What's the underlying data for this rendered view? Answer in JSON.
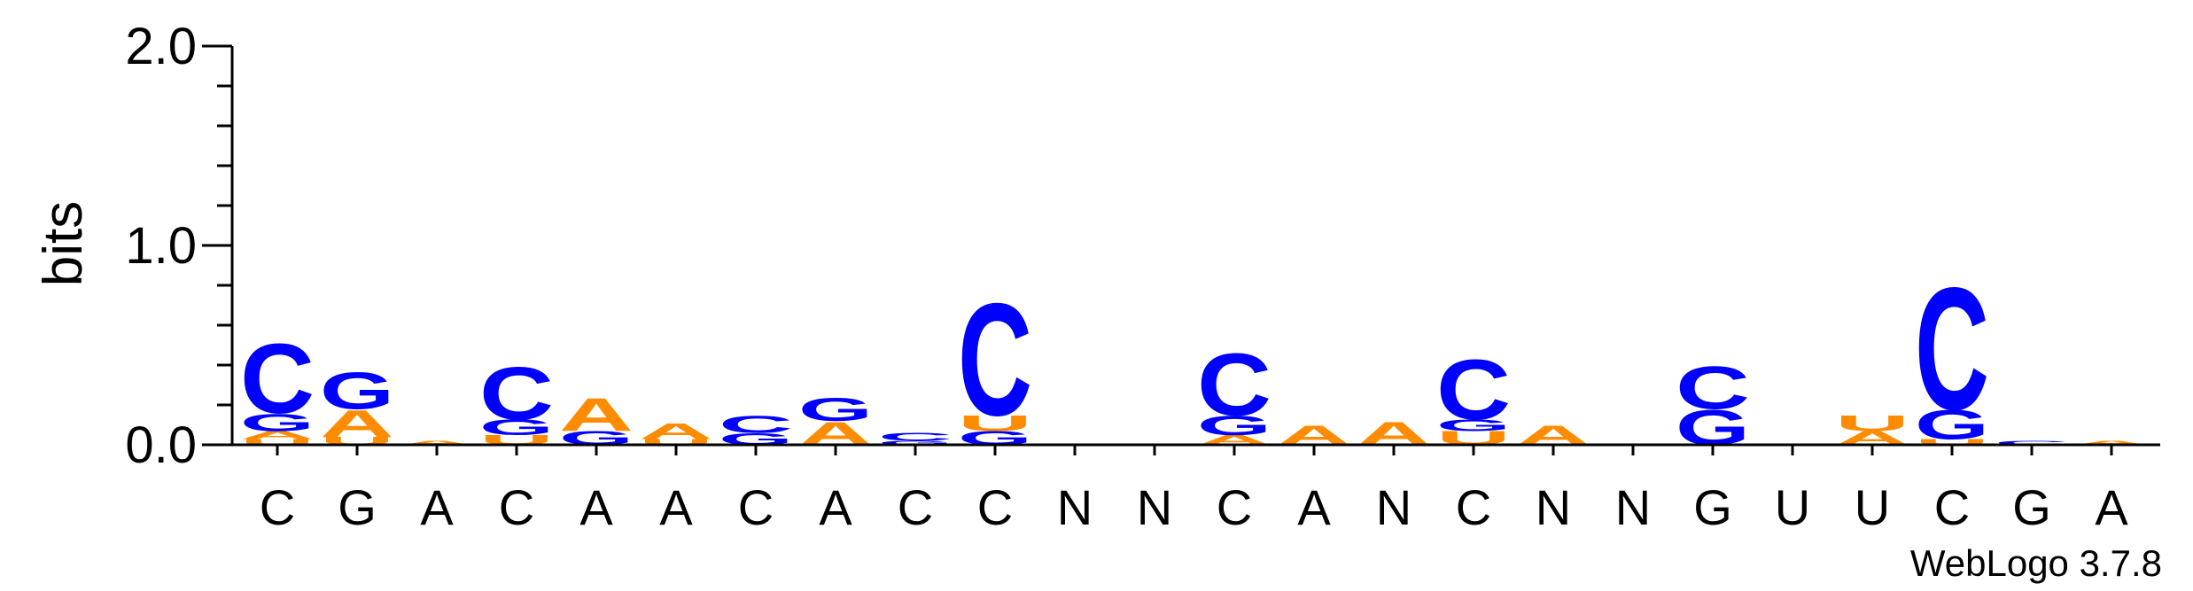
{
  "chart_data": {
    "type": "sequence-logo",
    "ylabel": "bits",
    "ylim": [
      0,
      2.0
    ],
    "yticks": [
      {
        "value": 0.0,
        "label": "0.0"
      },
      {
        "value": 1.0,
        "label": "1.0"
      },
      {
        "value": 2.0,
        "label": "2.0"
      }
    ],
    "colors": {
      "C": "#0000ff",
      "G": "#0000ff",
      "A": "#ff8c00",
      "U": "#ff8c00"
    },
    "positions": [
      {
        "label": "C",
        "stack": [
          {
            "letter": "U",
            "bits": 0.03
          },
          {
            "letter": "A",
            "bits": 0.04
          },
          {
            "letter": "G",
            "bits": 0.09
          },
          {
            "letter": "C",
            "bits": 0.36
          }
        ]
      },
      {
        "label": "G",
        "stack": [
          {
            "letter": "U",
            "bits": 0.04
          },
          {
            "letter": "A",
            "bits": 0.14
          },
          {
            "letter": "G",
            "bits": 0.19
          }
        ]
      },
      {
        "label": "A",
        "stack": [
          {
            "letter": "A",
            "bits": 0.02
          }
        ]
      },
      {
        "label": "C",
        "stack": [
          {
            "letter": "U",
            "bits": 0.05
          },
          {
            "letter": "G",
            "bits": 0.08
          },
          {
            "letter": "C",
            "bits": 0.27
          }
        ]
      },
      {
        "label": "A",
        "stack": [
          {
            "letter": "G",
            "bits": 0.07
          },
          {
            "letter": "A",
            "bits": 0.17
          }
        ]
      },
      {
        "label": "A",
        "stack": [
          {
            "letter": "U",
            "bits": 0.03
          },
          {
            "letter": "A",
            "bits": 0.08
          }
        ]
      },
      {
        "label": "C",
        "stack": [
          {
            "letter": "G",
            "bits": 0.06
          },
          {
            "letter": "C",
            "bits": 0.09
          }
        ]
      },
      {
        "label": "A",
        "stack": [
          {
            "letter": "A",
            "bits": 0.12
          },
          {
            "letter": "G",
            "bits": 0.12
          }
        ]
      },
      {
        "label": "C",
        "stack": [
          {
            "letter": "G",
            "bits": 0.02
          },
          {
            "letter": "C",
            "bits": 0.04
          }
        ]
      },
      {
        "label": "C",
        "stack": [
          {
            "letter": "G",
            "bits": 0.07
          },
          {
            "letter": "U",
            "bits": 0.08
          },
          {
            "letter": "C",
            "bits": 0.58
          }
        ]
      },
      {
        "label": "N",
        "stack": []
      },
      {
        "label": "N",
        "stack": []
      },
      {
        "label": "C",
        "stack": [
          {
            "letter": "A",
            "bits": 0.05
          },
          {
            "letter": "G",
            "bits": 0.1
          },
          {
            "letter": "C",
            "bits": 0.32
          }
        ]
      },
      {
        "label": "A",
        "stack": [
          {
            "letter": "A",
            "bits": 0.1
          }
        ]
      },
      {
        "label": "N",
        "stack": [
          {
            "letter": "A",
            "bits": 0.12
          }
        ]
      },
      {
        "label": "C",
        "stack": [
          {
            "letter": "U",
            "bits": 0.07
          },
          {
            "letter": "G",
            "bits": 0.06
          },
          {
            "letter": "C",
            "bits": 0.31
          }
        ]
      },
      {
        "label": "N",
        "stack": [
          {
            "letter": "A",
            "bits": 0.1
          }
        ]
      },
      {
        "label": "N",
        "stack": []
      },
      {
        "label": "G",
        "stack": [
          {
            "letter": "G",
            "bits": 0.18
          },
          {
            "letter": "C",
            "bits": 0.22
          }
        ]
      },
      {
        "label": "U",
        "stack": []
      },
      {
        "label": "U",
        "stack": [
          {
            "letter": "A",
            "bits": 0.07
          },
          {
            "letter": "U",
            "bits": 0.08
          }
        ]
      },
      {
        "label": "C",
        "stack": [
          {
            "letter": "U",
            "bits": 0.03
          },
          {
            "letter": "G",
            "bits": 0.15
          },
          {
            "letter": "C",
            "bits": 0.63
          }
        ]
      },
      {
        "label": "G",
        "stack": [
          {
            "letter": "C",
            "bits": 0.02
          }
        ]
      },
      {
        "label": "A",
        "stack": [
          {
            "letter": "A",
            "bits": 0.02
          }
        ]
      }
    ],
    "credit": "WebLogo 3.7.8"
  }
}
